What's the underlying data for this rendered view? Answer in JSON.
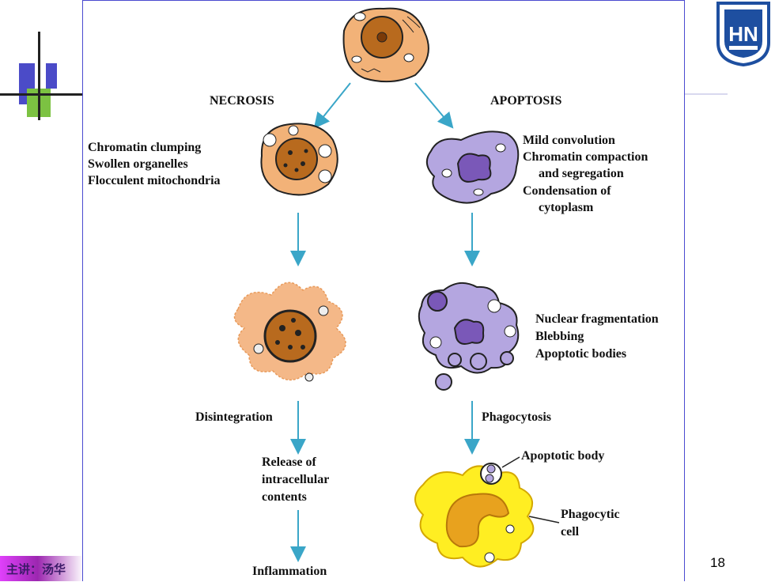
{
  "footer": {
    "lecturer": "主讲：汤华"
  },
  "page_number": "18",
  "logo": {
    "text": "HN"
  },
  "diagram": {
    "necrosis_heading": "NECROSIS",
    "apoptosis_heading": "APOPTOSIS",
    "necrosis_features": [
      "Chromatin clumping",
      "Swollen organelles",
      "Flocculent mitochondria"
    ],
    "apoptosis_features": [
      "Mild convolution",
      "Chromatin compaction",
      "and segregation",
      "Condensation of",
      "cytoplasm"
    ],
    "apoptosis_stage2": [
      "Nuclear fragmentation",
      "Blebbing",
      "Apoptotic bodies"
    ],
    "disintegration": "Disintegration",
    "phagocytosis": "Phagocytosis",
    "release_lines": [
      "Release of",
      "intracellular",
      "contents"
    ],
    "apoptotic_body": "Apoptotic body",
    "phagocytic_lines": [
      "Phagocytic",
      "cell"
    ],
    "inflammation": "Inflammation"
  },
  "colors": {
    "necrosis_cell": "#f2b278",
    "apoptosis_cell": "#b4a6e0",
    "phagocyte": "#ffee22",
    "arrow": "#3aa6c8",
    "frame_border": "#4a4ad0"
  }
}
